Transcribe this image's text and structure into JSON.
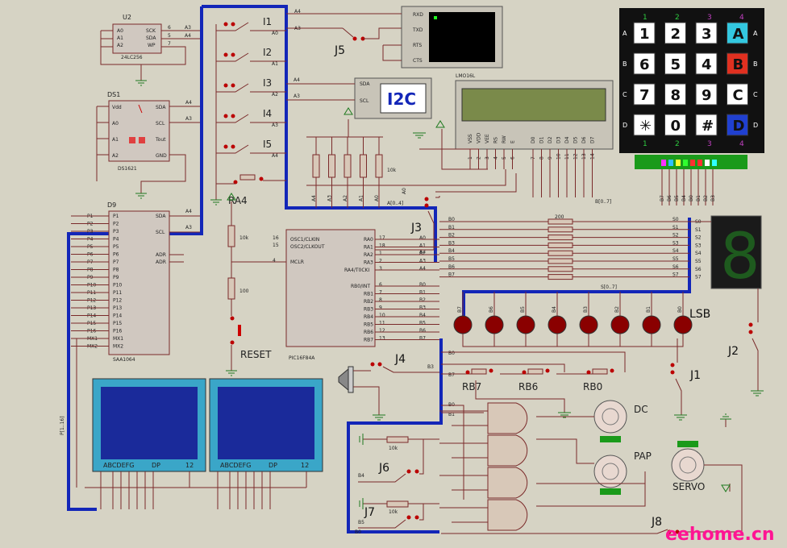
{
  "colors": {
    "background": "#d6d3c4",
    "bus": "#1326b8",
    "wire": "#7a2a2a",
    "chip": "#d0c8c0",
    "lcd": "#1a2a9a",
    "lcd_frame": "#3aa6c8",
    "seg_display": "#1a1a1a",
    "seg_on": "#1e5a1e",
    "led_red": "#8a0000",
    "keypad_bg": "#111111",
    "watermark": "#ff1493"
  },
  "u2": {
    "name": "U2",
    "part": "24LC256",
    "pins_left": [
      "A0",
      "A1",
      "A2"
    ],
    "pins_right": [
      "SCK",
      "SDA",
      "WP"
    ],
    "nums": [
      "6",
      "5",
      "7"
    ],
    "nets": [
      "A3",
      "A4"
    ]
  },
  "ds1": {
    "name": "DS1",
    "part": "DS1621",
    "pins_left": [
      "Vdd",
      "A0",
      "A1",
      "A2"
    ],
    "pins_right": [
      "SDA",
      "SCL",
      "Tout",
      "GND"
    ],
    "nets": [
      "A4",
      "A3"
    ]
  },
  "d9": {
    "name": "D9",
    "part": "SAA1064",
    "pins_left": [
      "P1",
      "P2",
      "P3",
      "P4",
      "P5",
      "P6",
      "P7",
      "P8",
      "P9",
      "P10",
      "P11",
      "P12",
      "P13",
      "P14",
      "P15",
      "P16",
      "MX1",
      "MX2"
    ],
    "pins_right": [
      "SDA",
      "SCL",
      "ADR",
      "ADR"
    ],
    "nets": [
      "A4",
      "A3"
    ],
    "bus_label": "P[1..16]"
  },
  "switches": {
    "labels": [
      "I1",
      "I2",
      "I3",
      "I4",
      "I5"
    ],
    "nets": [
      "A0",
      "A1",
      "A2",
      "A3",
      "A4"
    ],
    "top_nets": [
      "A4",
      "A3"
    ]
  },
  "j5": {
    "name": "J5"
  },
  "terminal": {
    "pins": [
      "RXD",
      "TXD",
      "RTS",
      "CTS"
    ]
  },
  "i2c": {
    "label": "I2C",
    "pins": [
      "SDA",
      "SCL"
    ],
    "nets": [
      "A4",
      "A3"
    ]
  },
  "lcd16": {
    "name": "LMO16L",
    "pins": [
      "VSS",
      "VDD",
      "VEE",
      "RS",
      "RW",
      "E",
      "D0",
      "D1",
      "D2",
      "D3",
      "D4",
      "D5",
      "D6",
      "D7"
    ],
    "nums": [
      "1",
      "2",
      "3",
      "4",
      "5",
      "6",
      "7",
      "8",
      "9",
      "10",
      "11",
      "12",
      "13",
      "14"
    ],
    "bus_label": "B[0..7]"
  },
  "keypad": {
    "col_nums": [
      "1",
      "2",
      "3",
      "4"
    ],
    "row_letters": [
      "A",
      "B",
      "C",
      "D"
    ],
    "keys": [
      "1",
      "2",
      "3",
      "A",
      "6",
      "5",
      "4",
      "B",
      "7",
      "8",
      "9",
      "C",
      "✳",
      "0",
      "#",
      "D"
    ],
    "key_colors": [
      "#ffffff",
      "#ffffff",
      "#ffffff",
      "#33c8e0",
      "#ffffff",
      "#ffffff",
      "#ffffff",
      "#e03020",
      "#ffffff",
      "#ffffff",
      "#ffffff",
      "#ffffff",
      "#ffffff",
      "#ffffff",
      "#ffffff",
      "#2040d0"
    ],
    "key_text_colors": [
      "#111111",
      "#111111",
      "#111111",
      "#111111",
      "#111111",
      "#111111",
      "#111111",
      "#111111",
      "#111111",
      "#111111",
      "#111111",
      "#c86000",
      "#111111",
      "#111111",
      "#111111",
      "#111111"
    ],
    "nets": [
      "B7",
      "B6",
      "B5",
      "B4",
      "B0",
      "B1",
      "B2",
      "B3"
    ]
  },
  "resistor_net": {
    "label": "10k",
    "nets": [
      "A4",
      "A3",
      "A2",
      "A1",
      "A0"
    ]
  },
  "ra4": {
    "label": "RA4",
    "r1": "10k",
    "r2": "100",
    "reset": "RESET"
  },
  "pic": {
    "part": "PIC16F84A",
    "pins_left": [
      "OSC1/CLKIN",
      "OSC2/CLKOUT",
      "MCLR"
    ],
    "nums_left": [
      "16",
      "15",
      "4"
    ],
    "pins_right": [
      "RA0",
      "RA1",
      "RA2",
      "RA3",
      "RA4/T0CKI",
      "RB0/INT",
      "RB1",
      "RB2",
      "RB3",
      "RB4",
      "RB5",
      "RB6",
      "RB7"
    ],
    "nums_right": [
      "17",
      "18",
      "1",
      "2",
      "3",
      "6",
      "7",
      "8",
      "9",
      "10",
      "11",
      "12",
      "13"
    ],
    "nets_right": [
      "A0",
      "A1",
      "A2",
      "A3",
      "A4",
      "B0",
      "B1",
      "B2",
      "B3",
      "B4",
      "B5",
      "B6",
      "B7"
    ]
  },
  "j3": {
    "name": "J3",
    "nets": [
      "A0",
      "A2"
    ],
    "bus_label": "A[0..4]"
  },
  "seg_res": {
    "label": "200",
    "left_nets": [
      "B0",
      "B1",
      "B2",
      "B3",
      "B4",
      "B5",
      "B6",
      "B7"
    ],
    "right_nets": [
      "S0",
      "S1",
      "S2",
      "S3",
      "S4",
      "S5",
      "S6",
      "S7"
    ],
    "bus_label": "S[0..7]"
  },
  "seg": {
    "digit": "8"
  },
  "leds": {
    "labels": [
      "B7",
      "B6",
      "B5",
      "B4",
      "B3",
      "B2",
      "B1",
      "B0"
    ],
    "lsb": "LSB"
  },
  "j1": {
    "name": "J1"
  },
  "j2": {
    "name": "J2"
  },
  "j4": {
    "name": "J4",
    "net": "B3"
  },
  "buttons": {
    "labels": [
      "RB7",
      "RB6",
      "RB0"
    ],
    "nets": [
      "B0",
      "B7"
    ]
  },
  "big_display": {
    "segment_labels": "ABCDEFG",
    "dp": "DP",
    "digits": "12"
  },
  "gates": {
    "nets": [
      "B0",
      "B1"
    ],
    "in_nets": [
      "B4",
      "B5"
    ]
  },
  "motors": {
    "dc": "DC",
    "pap": "PAP",
    "servo": "SERVO"
  },
  "j6": {
    "name": "J6",
    "res": "10k"
  },
  "j7": {
    "name": "J7",
    "res": "10k"
  },
  "j8": {
    "name": "J8"
  },
  "net_b0": "B0",
  "watermark": "eehome.cn"
}
